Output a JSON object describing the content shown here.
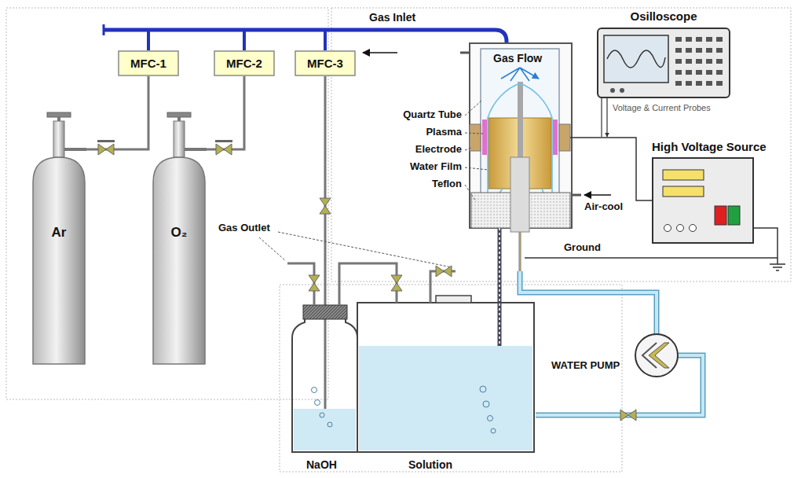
{
  "diagram": {
    "nodes": [
      {
        "text": [
          "MFC-1"
        ]
      },
      {
        "text": [
          "MFC-2"
        ]
      },
      {
        "text": [
          "MFC-3"
        ]
      },
      {
        "text": [
          "Ar"
        ]
      },
      {
        "text": [
          "O₂"
        ]
      },
      {
        "text": [
          "Osilloscope"
        ]
      },
      {
        "text": [
          "High Voltage Source"
        ]
      }
    ],
    "edges": [
      {
        "from": 3,
        "to": 0,
        "arrow": "none"
      },
      {
        "from": 4,
        "to": 1,
        "arrow": "none"
      }
    ],
    "labels": [
      "Gas Inlet",
      "Gas Flow",
      "Quartz Tube",
      "Plasma",
      "Electrode",
      "Water Film",
      "Teflon",
      "Air-cool",
      "Ground",
      "Voltage & Current Probes",
      "Gas Outlet",
      "WATER PUMP",
      "NaOH",
      "Solution"
    ]
  }
}
